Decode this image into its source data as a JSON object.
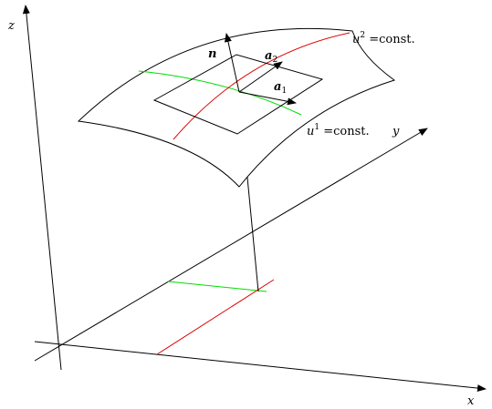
{
  "labels": {
    "axis_x": "x",
    "axis_y": "y",
    "axis_z": "z",
    "normal": "n",
    "a1_base": "a",
    "a1_sub": "1",
    "a2_base": "a",
    "a2_sub": "2",
    "u1_base": "u",
    "u1_sup": "1",
    "u1_rest": " =const.",
    "u2_base": "u",
    "u2_sup": "2",
    "u2_rest": " =const."
  },
  "colors": {
    "line": "#000000",
    "u1_curve": "#00dd00",
    "u2_curve": "#dd0000"
  }
}
